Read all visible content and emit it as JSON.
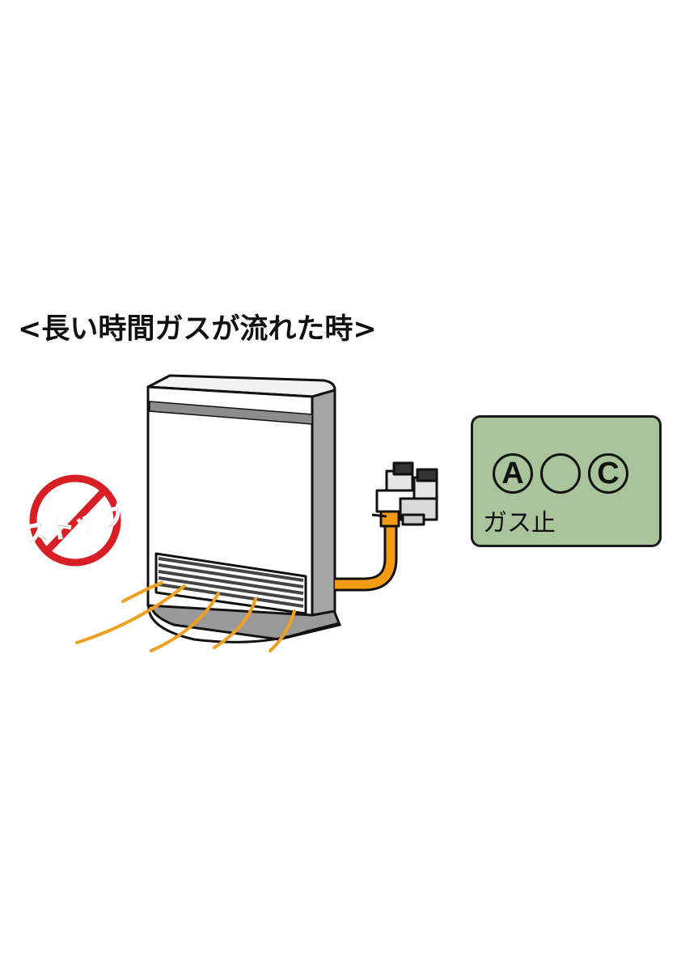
{
  "title": "<長い時間ガスが流れた時>",
  "stop_sign": {
    "text": "ストップ",
    "color": "#d81f26"
  },
  "meter": {
    "lamps": [
      "A",
      "",
      "C"
    ],
    "label": "ガス止"
  },
  "colors": {
    "hose": "#f39a16",
    "warm_air": "#f0a020",
    "meter_panel": "#a9c49b"
  },
  "icons": [
    "prohibition-sign-icon",
    "gas-heater-icon",
    "gas-valve-icon",
    "gas-meter-display-icon"
  ]
}
